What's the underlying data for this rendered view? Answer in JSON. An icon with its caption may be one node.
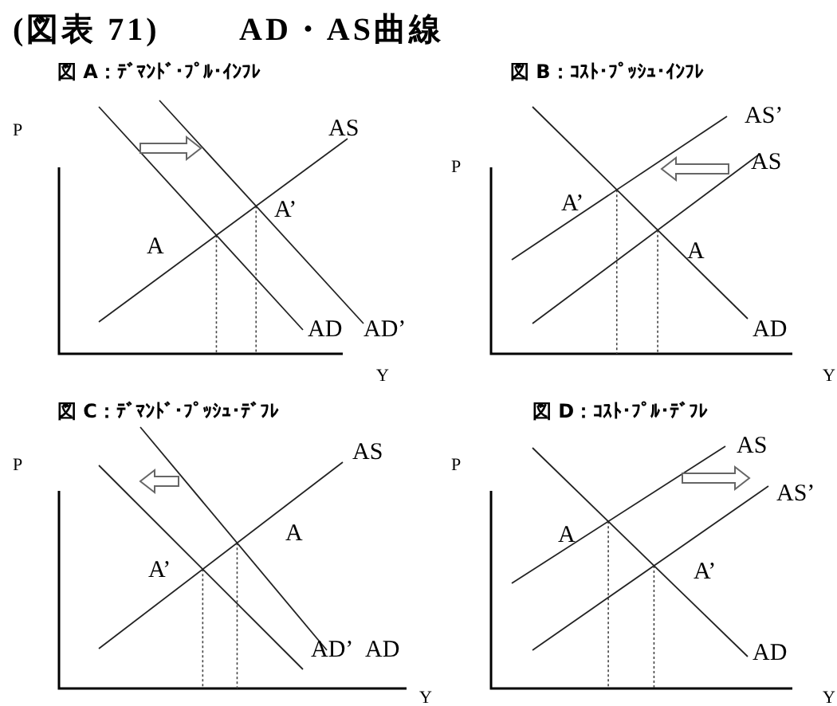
{
  "diagram": {
    "title": "AD・AS曲線",
    "labels": [
      "(図表 71)",
      "図 A：ﾃﾞﾏﾝﾄﾞ･ﾌﾟﾙ･ｲﾝﾌﾚ",
      "P",
      "AS",
      "A’",
      "A",
      "AD",
      "AD’",
      "Y",
      "図 B：ｺｽﾄ･ﾌﾟｯｼｭ･ｲﾝﾌﾚ",
      "P",
      "AS’",
      "AS",
      "A’",
      "A",
      "AD",
      "Y",
      "図 C：ﾃﾞﾏﾝﾄﾞ･ﾌﾟｯｼｭ･ﾃﾞﾌﾚ",
      "P",
      "AS",
      "A",
      "A’",
      "AD’",
      "AD",
      "Y",
      "図 D：ｺｽﾄ･ﾌﾟﾙ･ﾃﾞﾌﾚ",
      "P",
      "AS",
      "AS’",
      "A",
      "A’",
      "AD",
      "Y"
    ]
  }
}
